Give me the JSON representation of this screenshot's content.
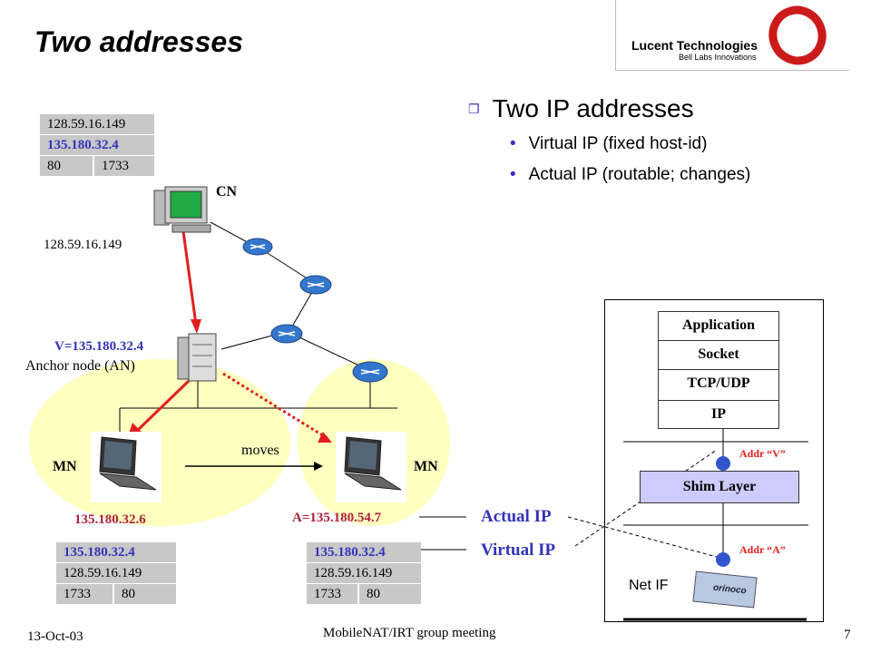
{
  "slide": {
    "title": "Two addresses",
    "logo_company": "Lucent Technologies",
    "logo_tagline": "Bell Labs Innovations"
  },
  "bullets": {
    "main": "Two IP addresses",
    "items": [
      "Virtual IP (fixed host-id)",
      "Actual IP (routable; changes)"
    ]
  },
  "tables": {
    "cn": {
      "src": "128.59.16.149",
      "dst": "135.180.32.4",
      "sport": "80",
      "dport": "1733"
    },
    "mn_left": {
      "src": "135.180.32.4",
      "dst": "128.59.16.149",
      "sport": "1733",
      "dport": "80"
    },
    "mn_right": {
      "src": "135.180.32.4",
      "dst": "128.59.16.149",
      "sport": "1733",
      "dport": "80"
    }
  },
  "labels": {
    "cn": "CN",
    "cn_ip": "128.59.16.149",
    "anchor_v": "V=135.180.32.4",
    "anchor": "Anchor node (AN)",
    "mn": "MN",
    "moves": "moves",
    "mn_left_ip": "135.180.32.6",
    "mn_right_ip": "A=135.180.54.7",
    "actual_ip": "Actual IP",
    "virtual_ip": "Virtual IP"
  },
  "stack": {
    "layers": [
      "Application",
      "Socket",
      "TCP/UDP",
      "IP"
    ],
    "shim": "Shim Layer",
    "addr_v": "Addr “V”",
    "addr_a": "Addr “A”",
    "net_if": "Net IF",
    "card_brand": "orinoco"
  },
  "footer": {
    "date": "13-Oct-03",
    "center": "MobileNAT/IRT group meeting",
    "page": "7"
  },
  "colors": {
    "accent_blue": "#3333bb",
    "arrow_red": "#e02020",
    "ellipse_yellow": "#ffffc0",
    "table_gray": "#c8c8c8",
    "logo_red": "#cc1a1a",
    "shim_fill": "#ccccff",
    "router_blue": "#3377cc"
  }
}
